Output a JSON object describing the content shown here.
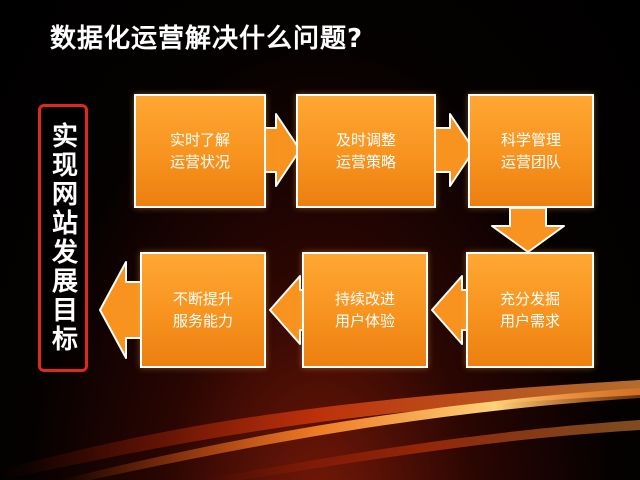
{
  "title": "数据化运营解决什么问题?",
  "side_label": "实现网站发展目标",
  "steps": [
    {
      "label": "实时了解\n运营状况"
    },
    {
      "label": "及时调整\n运营策略"
    },
    {
      "label": "科学管理\n运营团队"
    },
    {
      "label": "充分发掘\n用户需求"
    },
    {
      "label": "持续改进\n用户体验"
    },
    {
      "label": "不断提升\n服务能力"
    }
  ],
  "colors": {
    "box_fill": "#f7931e",
    "box_border": "#ffffff",
    "side_border": "#e0281c",
    "background": "#000000"
  }
}
